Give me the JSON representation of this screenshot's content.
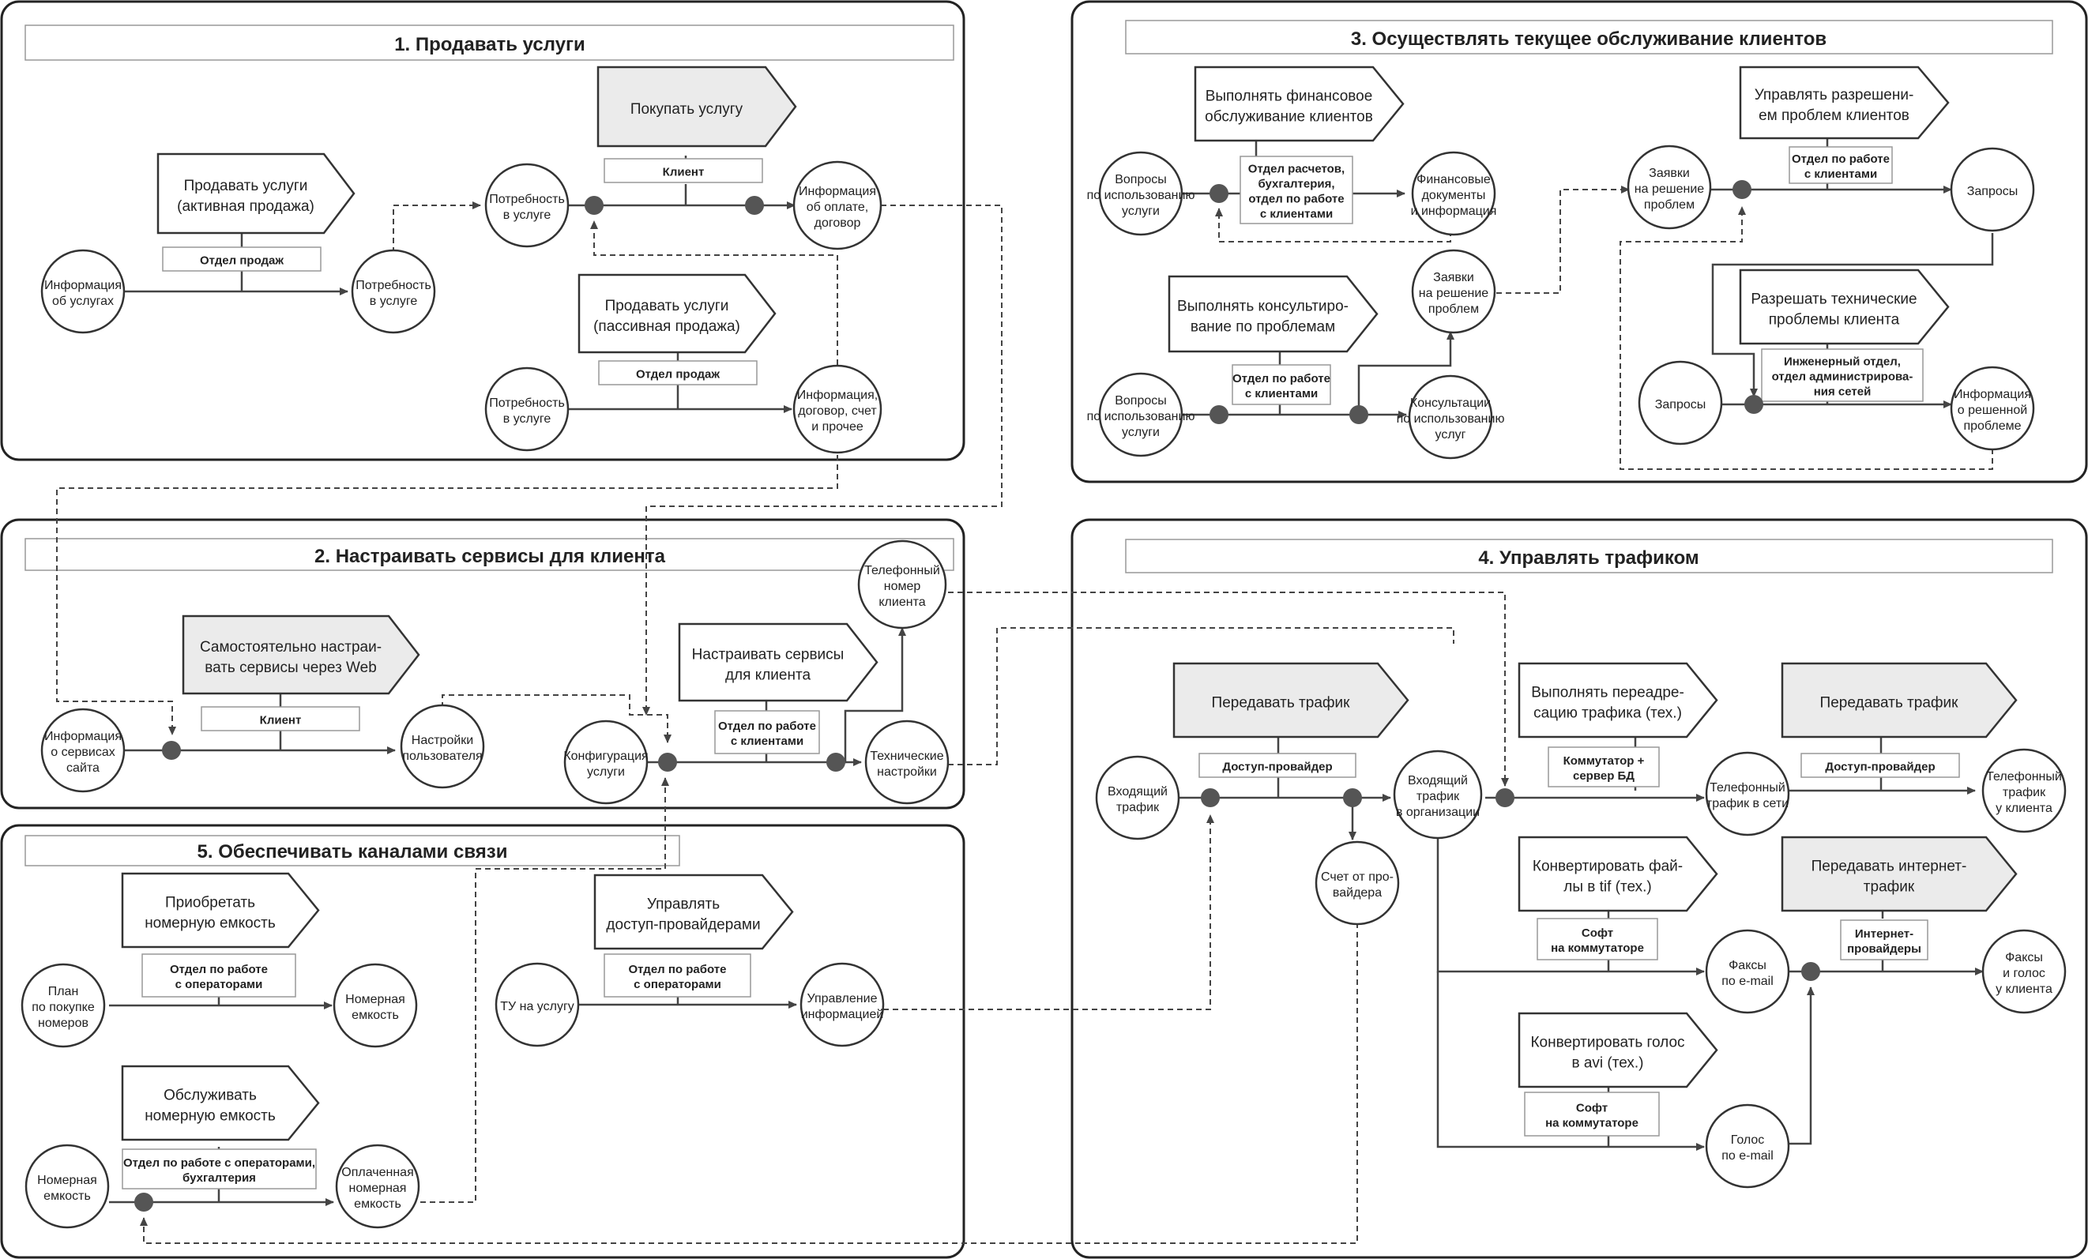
{
  "panels": {
    "p1": {
      "title": "1. Продавать услуги"
    },
    "p2": {
      "title": "2. Настраивать сервисы для клиента"
    },
    "p3": {
      "title": "3. Осуществлять текущее обслуживание клиентов"
    },
    "p4": {
      "title": "4. Управлять трафиком"
    },
    "p5": {
      "title": "5. Обеспечивать каналами связи"
    }
  },
  "processes": {
    "p1_buy": {
      "lines": [
        "Покупать услугу"
      ],
      "fill": "#ebebeb"
    },
    "p1_sell_active": {
      "lines": [
        "Продавать услуги",
        "(активная продажа)"
      ],
      "fill": "#ffffff"
    },
    "p1_sell_passive": {
      "lines": [
        "Продавать услуги",
        "(пассивная продажа)"
      ],
      "fill": "#ffffff"
    },
    "p2_self": {
      "lines": [
        "Самостоятельно настраи-",
        "вать сервисы через Web"
      ],
      "fill": "#ebebeb"
    },
    "p2_setup": {
      "lines": [
        "Настраивать сервисы",
        "для клиента"
      ],
      "fill": "#ffffff"
    },
    "p3_fin": {
      "lines": [
        "Выполнять финансовое",
        "обслуживание клиентов"
      ],
      "fill": "#ffffff"
    },
    "p3_consult": {
      "lines": [
        "Выполнять консультиро-",
        "вание по проблемам"
      ],
      "fill": "#ffffff"
    },
    "p3_manage": {
      "lines": [
        "Управлять разрешени-",
        "ем проблем клиентов"
      ],
      "fill": "#ffffff"
    },
    "p3_tech": {
      "lines": [
        "Разрешать технические",
        "проблемы клиента"
      ],
      "fill": "#ffffff"
    },
    "p4_transfer": {
      "lines": [
        "Передавать трафик"
      ],
      "fill": "#ebebeb"
    },
    "p4_redirect": {
      "lines": [
        "Выполнять переадре-",
        "сацию трафика (тех.)"
      ],
      "fill": "#ffffff"
    },
    "p4_transfer2": {
      "lines": [
        "Передавать трафик"
      ],
      "fill": "#ebebeb"
    },
    "p4_tif": {
      "lines": [
        "Конвертировать фай-",
        "лы в tif (тех.)"
      ],
      "fill": "#ffffff"
    },
    "p4_inet": {
      "lines": [
        "Передавать интернет-",
        "трафик"
      ],
      "fill": "#ebebeb"
    },
    "p4_avi": {
      "lines": [
        "Конвертировать голос",
        "в avi (тех.)"
      ],
      "fill": "#ffffff"
    },
    "p5_acquire": {
      "lines": [
        "Приобретать",
        "номерную емкость"
      ],
      "fill": "#ffffff"
    },
    "p5_providers": {
      "lines": [
        "Управлять",
        "доступ-провайдерами"
      ],
      "fill": "#ffffff"
    },
    "p5_service": {
      "lines": [
        "Обслуживать",
        "номерную емкость"
      ],
      "fill": "#ffffff"
    }
  },
  "roles": {
    "r1_client": {
      "lines": [
        "Клиент"
      ]
    },
    "r1_sales_a": {
      "lines": [
        "Отдел продаж"
      ]
    },
    "r1_sales_p": {
      "lines": [
        "Отдел продаж"
      ]
    },
    "r2_client": {
      "lines": [
        "Клиент"
      ]
    },
    "r2_dept": {
      "lines": [
        "Отдел по работе",
        "с клиентами"
      ]
    },
    "r3_fin": {
      "lines": [
        "Отдел расчетов,",
        "бухгалтерия,",
        "отдел по работе",
        "с клиентами"
      ]
    },
    "r3_cons": {
      "lines": [
        "Отдел по работе",
        "с клиентами"
      ]
    },
    "r3_mgmt": {
      "lines": [
        "Отдел по работе",
        "с клиентами"
      ]
    },
    "r3_eng": {
      "lines": [
        "Инженерный отдел,",
        "отдел администрирова-",
        "ния сетей"
      ]
    },
    "r4_access": {
      "lines": [
        "Доступ-провайдер"
      ]
    },
    "r4_switch": {
      "lines": [
        "Коммутатор +",
        "сервер БД"
      ]
    },
    "r4_access2": {
      "lines": [
        "Доступ-провайдер"
      ]
    },
    "r4_soft1": {
      "lines": [
        "Софт",
        "на коммутаторе"
      ]
    },
    "r4_isp": {
      "lines": [
        "Интернет-",
        "провайдеры"
      ]
    },
    "r4_soft2": {
      "lines": [
        "Софт",
        "на коммутаторе"
      ]
    },
    "r5_ops1": {
      "lines": [
        "Отдел по работе",
        "с операторами"
      ]
    },
    "r5_ops2": {
      "lines": [
        "Отдел по работе",
        "с операторами"
      ]
    },
    "r5_ops3": {
      "lines": [
        "Отдел по работе с операторами,",
        "бухгалтерия"
      ]
    }
  },
  "nodes": {
    "n1_info": {
      "lines": [
        "Информация",
        "об услугах"
      ]
    },
    "n1_need_a": {
      "lines": [
        "Потребность",
        "в услуге"
      ]
    },
    "n1_need_b": {
      "lines": [
        "Потребность",
        "в услуге"
      ]
    },
    "n1_payinfo": {
      "lines": [
        "Информация",
        "об оплате,",
        "договор"
      ]
    },
    "n1_need_c": {
      "lines": [
        "Потребность",
        "в услуге"
      ]
    },
    "n1_contract": {
      "lines": [
        "Информация,",
        "договор, счет",
        "и прочее"
      ]
    },
    "n2_site": {
      "lines": [
        "Информация",
        "о сервисах",
        "сайта"
      ]
    },
    "n2_usercfg": {
      "lines": [
        "Настройки",
        "пользователя"
      ]
    },
    "n2_svccfg": {
      "lines": [
        "Конфигурация",
        "услуги"
      ]
    },
    "n2_phone": {
      "lines": [
        "Телефонный",
        "номер",
        "клиента"
      ]
    },
    "n2_tech": {
      "lines": [
        "Технические",
        "настройки"
      ]
    },
    "n3_q1": {
      "lines": [
        "Вопросы",
        "по использованию",
        "услуги"
      ]
    },
    "n3_fdocs": {
      "lines": [
        "Финансовые",
        "документы",
        "и информация"
      ]
    },
    "n3_req_a": {
      "lines": [
        "Заявки",
        "на решение",
        "проблем"
      ]
    },
    "n3_req_b": {
      "lines": [
        "Заявки",
        "на решение",
        "проблем"
      ]
    },
    "n3_q2": {
      "lines": [
        "Вопросы",
        "по использованию",
        "услуги"
      ]
    },
    "n3_consres": {
      "lines": [
        "Консультации",
        "по использованию",
        "услуг"
      ]
    },
    "n3_queries_a": {
      "lines": [
        "Запросы"
      ]
    },
    "n3_queries_b": {
      "lines": [
        "Запросы"
      ]
    },
    "n3_solved": {
      "lines": [
        "Информация",
        "о решенной",
        "проблеме"
      ]
    },
    "n4_in": {
      "lines": [
        "Входящий",
        "трафик"
      ]
    },
    "n4_inorg": {
      "lines": [
        "Входящий",
        "трафик",
        "в организации"
      ]
    },
    "n4_bill": {
      "lines": [
        "Счет от про-",
        "вайдера"
      ]
    },
    "n4_telnet": {
      "lines": [
        "Телефонный",
        "трафик в сети"
      ]
    },
    "n4_telclient": {
      "lines": [
        "Телефонный",
        "трафик",
        "у клиента"
      ]
    },
    "n4_fax": {
      "lines": [
        "Факсы",
        "по e-mail"
      ]
    },
    "n4_faxclient": {
      "lines": [
        "Факсы",
        "и голос",
        "у клиента"
      ]
    },
    "n4_voice": {
      "lines": [
        "Голос",
        "по e-mail"
      ]
    },
    "n5_plan": {
      "lines": [
        "План",
        "по покупке",
        "номеров"
      ]
    },
    "n5_cap_a": {
      "lines": [
        "Номерная",
        "емкость"
      ]
    },
    "n5_tu": {
      "lines": [
        "ТУ на услугу"
      ]
    },
    "n5_mgmt": {
      "lines": [
        "Управление",
        "информацией"
      ]
    },
    "n5_cap_b": {
      "lines": [
        "Номерная",
        "емкость"
      ]
    },
    "n5_paid": {
      "lines": [
        "Оплаченная",
        "номерная",
        "емкость"
      ]
    }
  }
}
